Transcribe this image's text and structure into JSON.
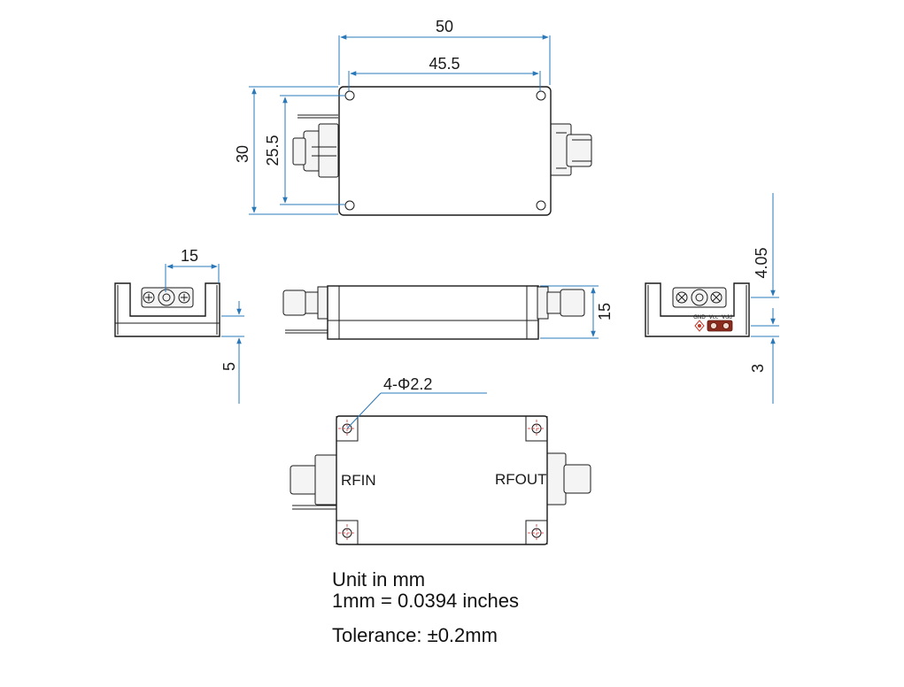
{
  "dimensions": {
    "top_width": "50",
    "top_hole_spacing_x": "45.5",
    "top_height": "30",
    "top_hole_spacing_y": "25.5",
    "left_view_width": "15",
    "left_view_offset": "5",
    "front_height": "15",
    "right_view_top": "4.05",
    "right_view_bottom": "3",
    "hole_callout": "4-Φ2.2"
  },
  "ports": {
    "input": "RFIN",
    "output": "RFOUT"
  },
  "terminals": [
    "GND",
    "Vcc",
    "Vdd"
  ],
  "notes": {
    "unit": "Unit in mm",
    "conversion": "1mm = 0.0394 inches",
    "tolerance": "Tolerance: ±0.2mm"
  },
  "colors": {
    "dimension_lines": "#2a78b8",
    "hole_centers": "#d12a2a",
    "outline": "#1a1a1a"
  }
}
